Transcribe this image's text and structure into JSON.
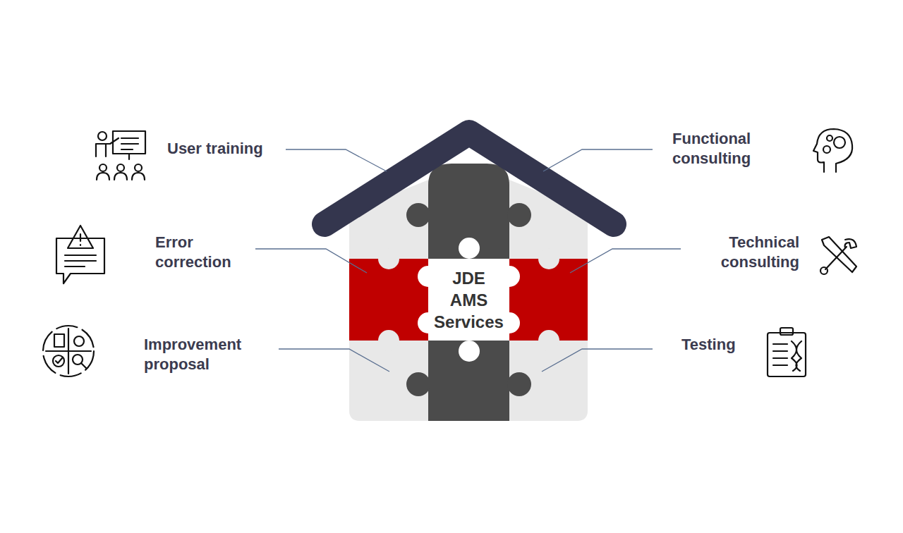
{
  "diagram": {
    "nodes": [
      {
        "text": [
          "JDE AMS Services"
        ]
      }
    ],
    "labels": [
      "User training",
      "Functional consulting",
      "Error correction",
      "Technical consulting",
      "Improvement proposal",
      "Testing"
    ]
  }
}
